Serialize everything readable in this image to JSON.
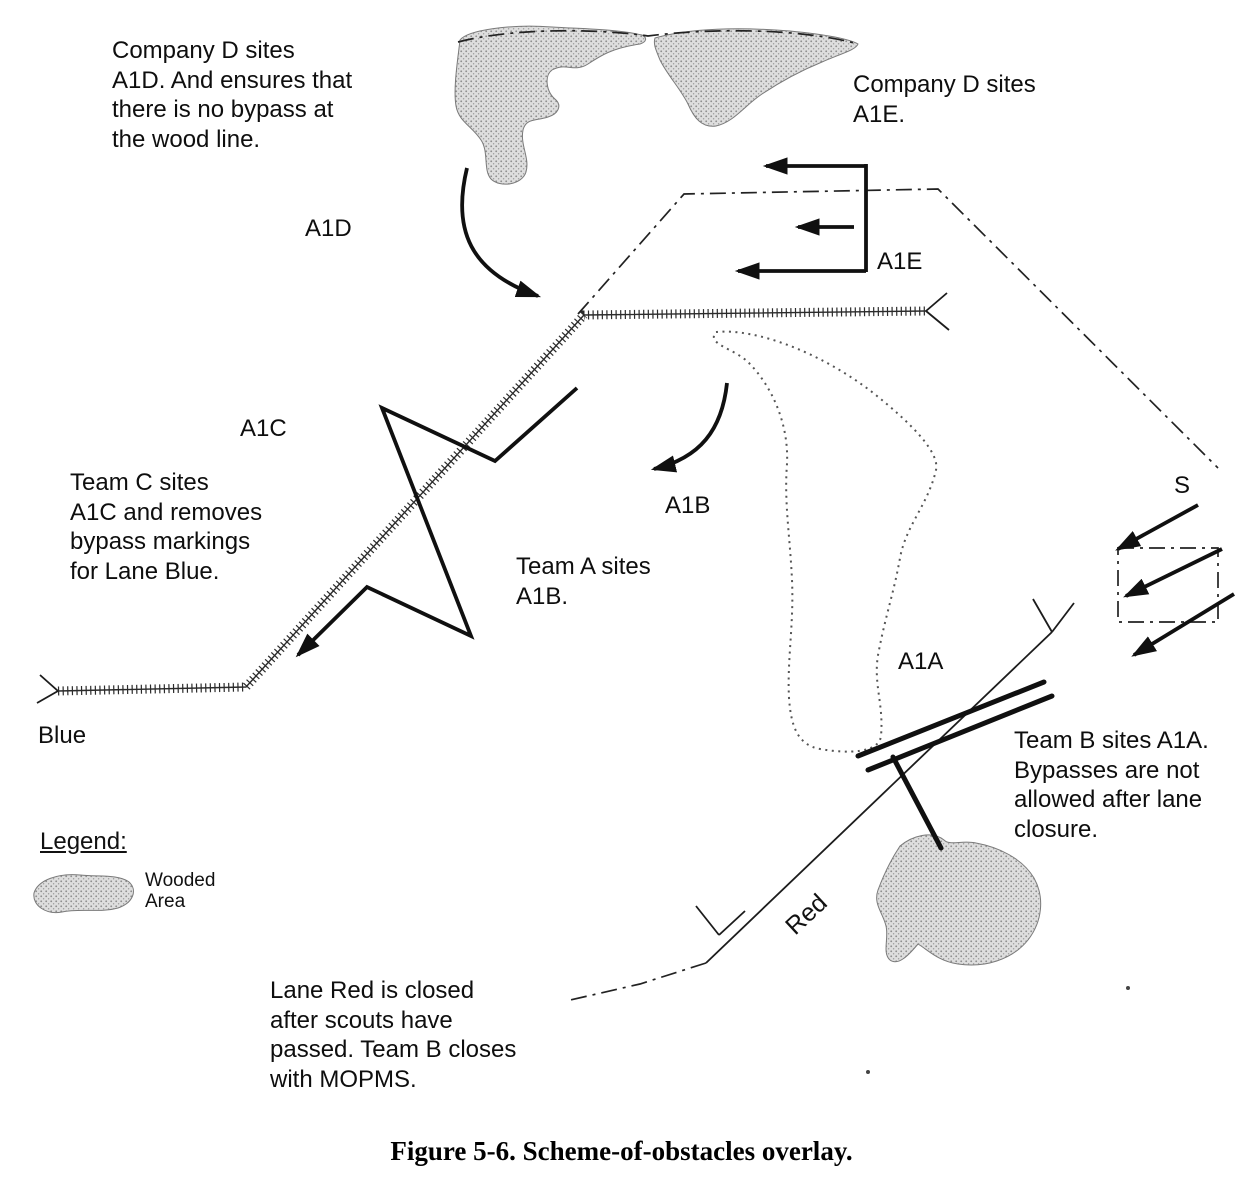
{
  "figure": {
    "caption": "Figure 5-6. Scheme-of-obstacles overlay."
  },
  "labels": {
    "a1d": "A1D",
    "a1e": "A1E",
    "a1c": "A1C",
    "a1b": "A1B",
    "a1a": "A1A",
    "s": "S",
    "lane_blue": "Blue",
    "lane_red": "Red"
  },
  "notes": {
    "company_d_a1d": "Company D sites\nA1D. And ensures that\nthere is no bypass at\nthe wood line.",
    "company_d_a1e": "Company D sites\nA1E.",
    "team_c": "Team C sites\nA1C and removes\nbypass markings\nfor Lane Blue.",
    "team_a": "Team A sites\nA1B.",
    "team_b": "Team B sites A1A.\nBypasses are not\nallowed after lane\nclosure.",
    "lane_red_closure": "Lane Red is closed\nafter scouts have\npassed. Team B closes\nwith MOPMS."
  },
  "legend": {
    "title": "Legend:",
    "wooded_label": "Wooded\nArea"
  },
  "colors": {
    "ink": "#111111",
    "boundary": "#222222",
    "wooded_fill": "#dedede",
    "wooded_dot": "#8c8c8c"
  }
}
